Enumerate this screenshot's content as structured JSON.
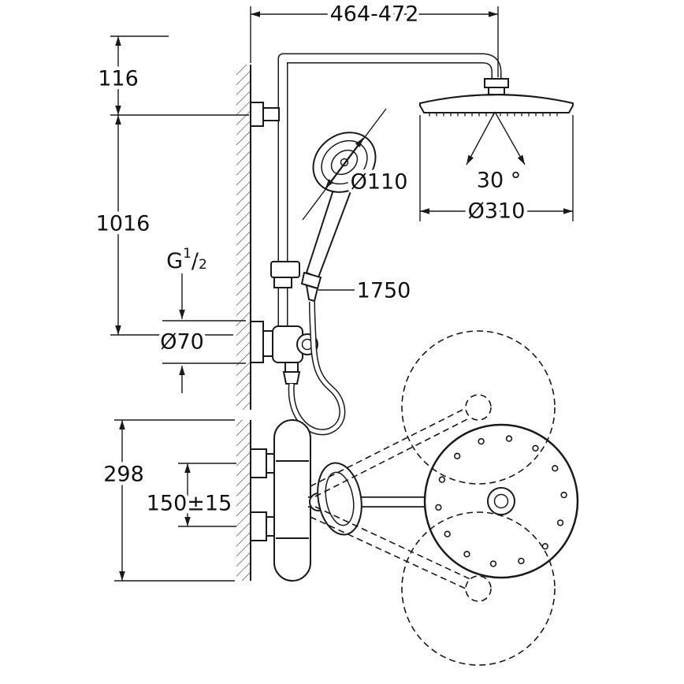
{
  "colors": {
    "line": "#1a1a1a",
    "background": "#ffffff"
  },
  "labels": {
    "top_width": "464-472",
    "wall_offset": "116",
    "riser_height": "1016",
    "thread_g": "G",
    "thread_num": "1",
    "thread_slash": "/",
    "thread_den": "2",
    "escutcheon_dia": "Ø70",
    "hose_length": "1750",
    "handshower_dia": "Ø110",
    "spray_angle": "30 °",
    "headshower_dia": "Ø310",
    "valve_length": "298",
    "supply_distance": "150±15"
  }
}
